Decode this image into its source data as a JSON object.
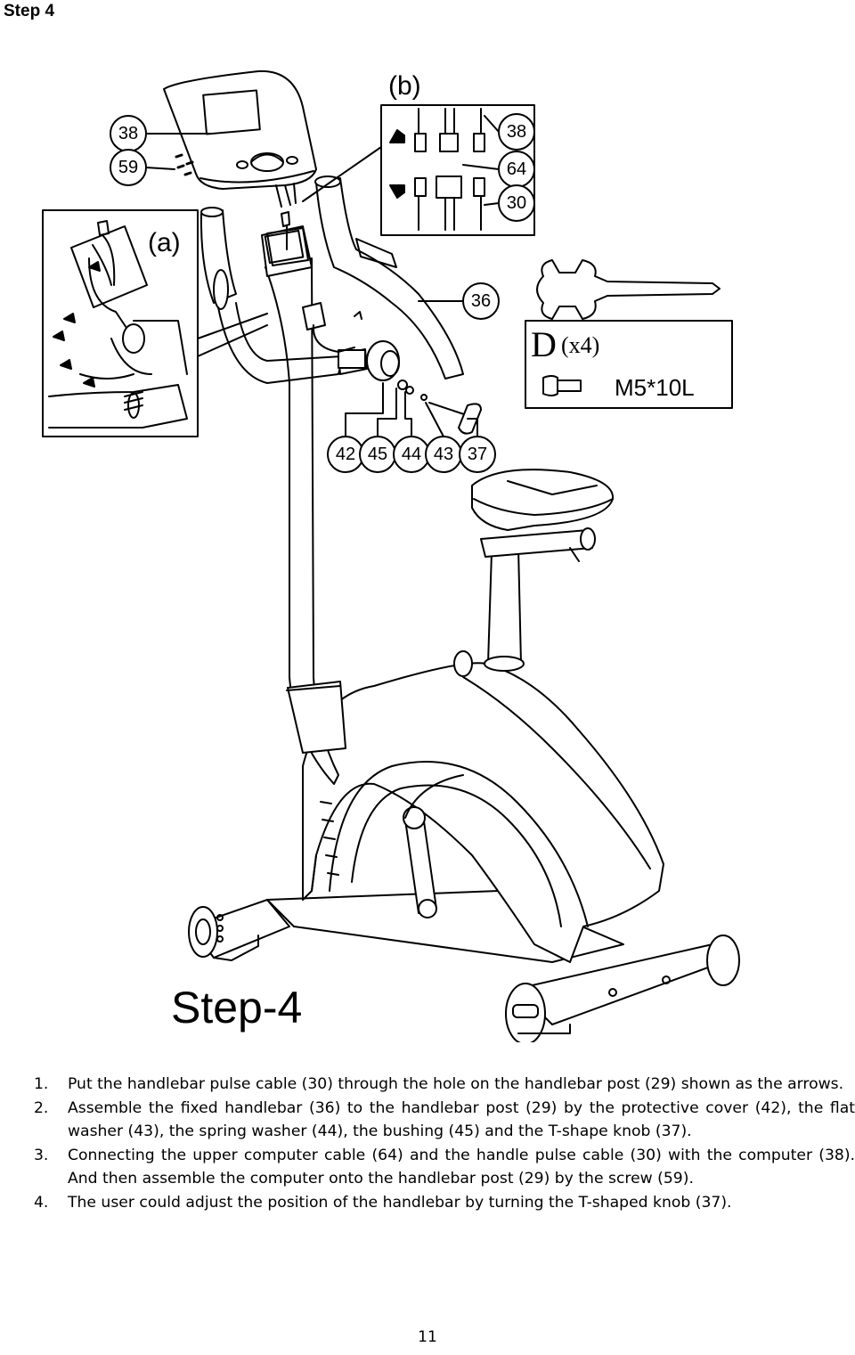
{
  "header": {
    "title": "Step 4"
  },
  "figure": {
    "step_label": "Step-4",
    "inset_a_label": "(a)",
    "inset_b_label": "(b)",
    "computer_callouts": [
      "38",
      "59"
    ],
    "inset_b_callouts": [
      "38",
      "64",
      "30"
    ],
    "handlebar_callout": "36",
    "knob_callouts": [
      "42",
      "45",
      "44",
      "43",
      "37"
    ],
    "hardware": {
      "letter": "D",
      "quantity": "(x4)",
      "spec": "M5*10L"
    }
  },
  "instructions": [
    {
      "num": "1.",
      "text": "Put the handlebar pulse cable (30) through the hole on the handlebar post (29) shown as the arrows."
    },
    {
      "num": "2.",
      "text": "Assemble the fixed handlebar (36) to the handlebar post (29) by the protective cover (42), the flat washer (43), the spring washer (44), the bushing (45) and the T-shape knob (37)."
    },
    {
      "num": "3.",
      "text": "Connecting the upper computer cable (64) and the handle pulse cable (30) with the computer (38). And then assemble the computer onto the handlebar post (29) by the screw (59)."
    },
    {
      "num": "4.",
      "text": "The user could adjust the position of the handlebar by turning the T-shaped knob (37)."
    }
  ],
  "footer": {
    "page_number": "11"
  }
}
